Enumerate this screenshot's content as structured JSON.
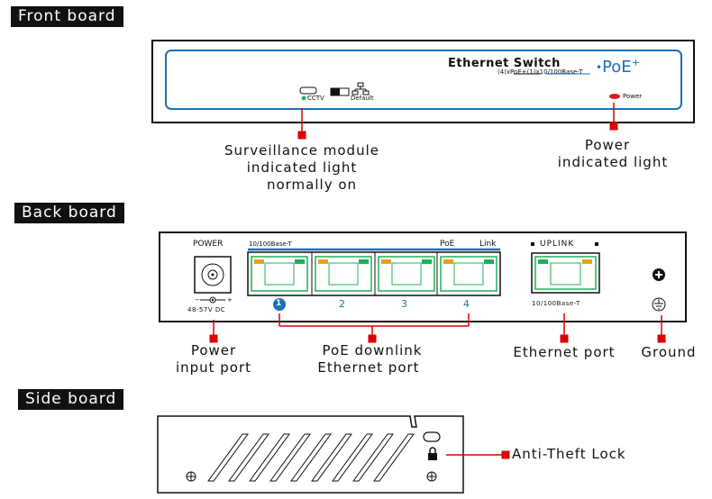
{
  "sections": {
    "front": "Front board",
    "back": "Back board",
    "side": "Side board"
  },
  "front": {
    "brand": "Ethernet Switch",
    "poe_mark": "PoE",
    "poe_sup": "+",
    "spec": "(4)xPoE+(1)x10/100Base-T",
    "cctv": "CCTV",
    "default": "Default",
    "power": "Power",
    "callout_surveillance": [
      "Surveillance module",
      "indicated light",
      "normally on"
    ],
    "callout_power": [
      "Power",
      "indicated light"
    ]
  },
  "back": {
    "power_label": "POWER",
    "voltage": "48-57V DC",
    "ports_speed": "10/100Base-T",
    "poe_label": "PoE",
    "link_label": "Link",
    "port_numbers": [
      "1",
      "2",
      "3",
      "4"
    ],
    "uplink_label": "UPLINK",
    "uplink_speed": "10/100Base-T",
    "callout_power_input": [
      "Power",
      "input port"
    ],
    "callout_poe": [
      "PoE downlink",
      "Ethernet port"
    ],
    "callout_ethernet": "Ethernet port",
    "callout_ground": "Ground"
  },
  "side": {
    "callout_lock": "Anti-Theft Lock"
  },
  "colors": {
    "blue_accent": "#1f6fb5",
    "port_green": "#1fb05a",
    "led_red": "#d52020",
    "led_amber": "#e3a21a",
    "callout_red": "#dd0000"
  }
}
